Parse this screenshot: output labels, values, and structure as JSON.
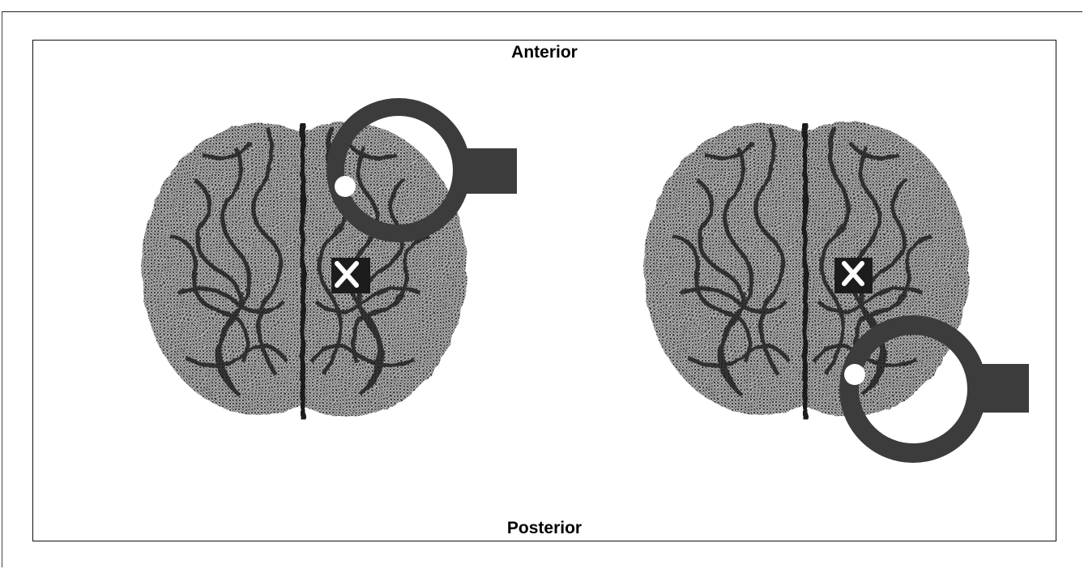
{
  "labels": {
    "anterior": "Anterior",
    "posterior": "Posterior"
  },
  "panels": [
    {
      "id": "left",
      "marker_icon": "x-mark-icon",
      "coil_icon": "coil-ring-icon",
      "coil_position": "anterior-right"
    },
    {
      "id": "right",
      "marker_icon": "x-mark-icon",
      "coil_icon": "coil-ring-icon",
      "coil_position": "posterior-right"
    }
  ],
  "colors": {
    "brain_dark": "#1a1a1a",
    "brain_mid": "#8a8a8a",
    "coil": "#3c3c3c",
    "marker_bg": "#1c1c1c",
    "marker_x": "#ffffff"
  }
}
